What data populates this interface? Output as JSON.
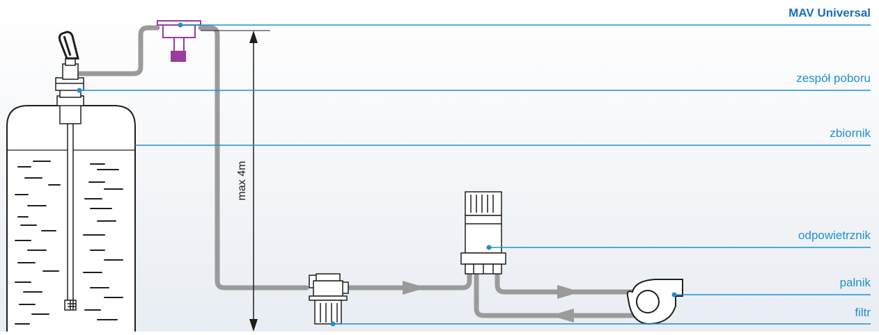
{
  "labels": {
    "mav": "MAV Universal",
    "intake": "zespół poboru",
    "tank": "zbiornik",
    "deaerator": "odpowietrznik",
    "burner": "palnik",
    "filter": "filtr"
  },
  "dimension": {
    "height_label": "max 4m"
  },
  "colors": {
    "accent": "#1f8fd1",
    "label_emphasis": "#1a6fb5",
    "pipe": "#9a9a9a",
    "valve": "#9b3aa0",
    "outline": "#1d1d1b"
  }
}
